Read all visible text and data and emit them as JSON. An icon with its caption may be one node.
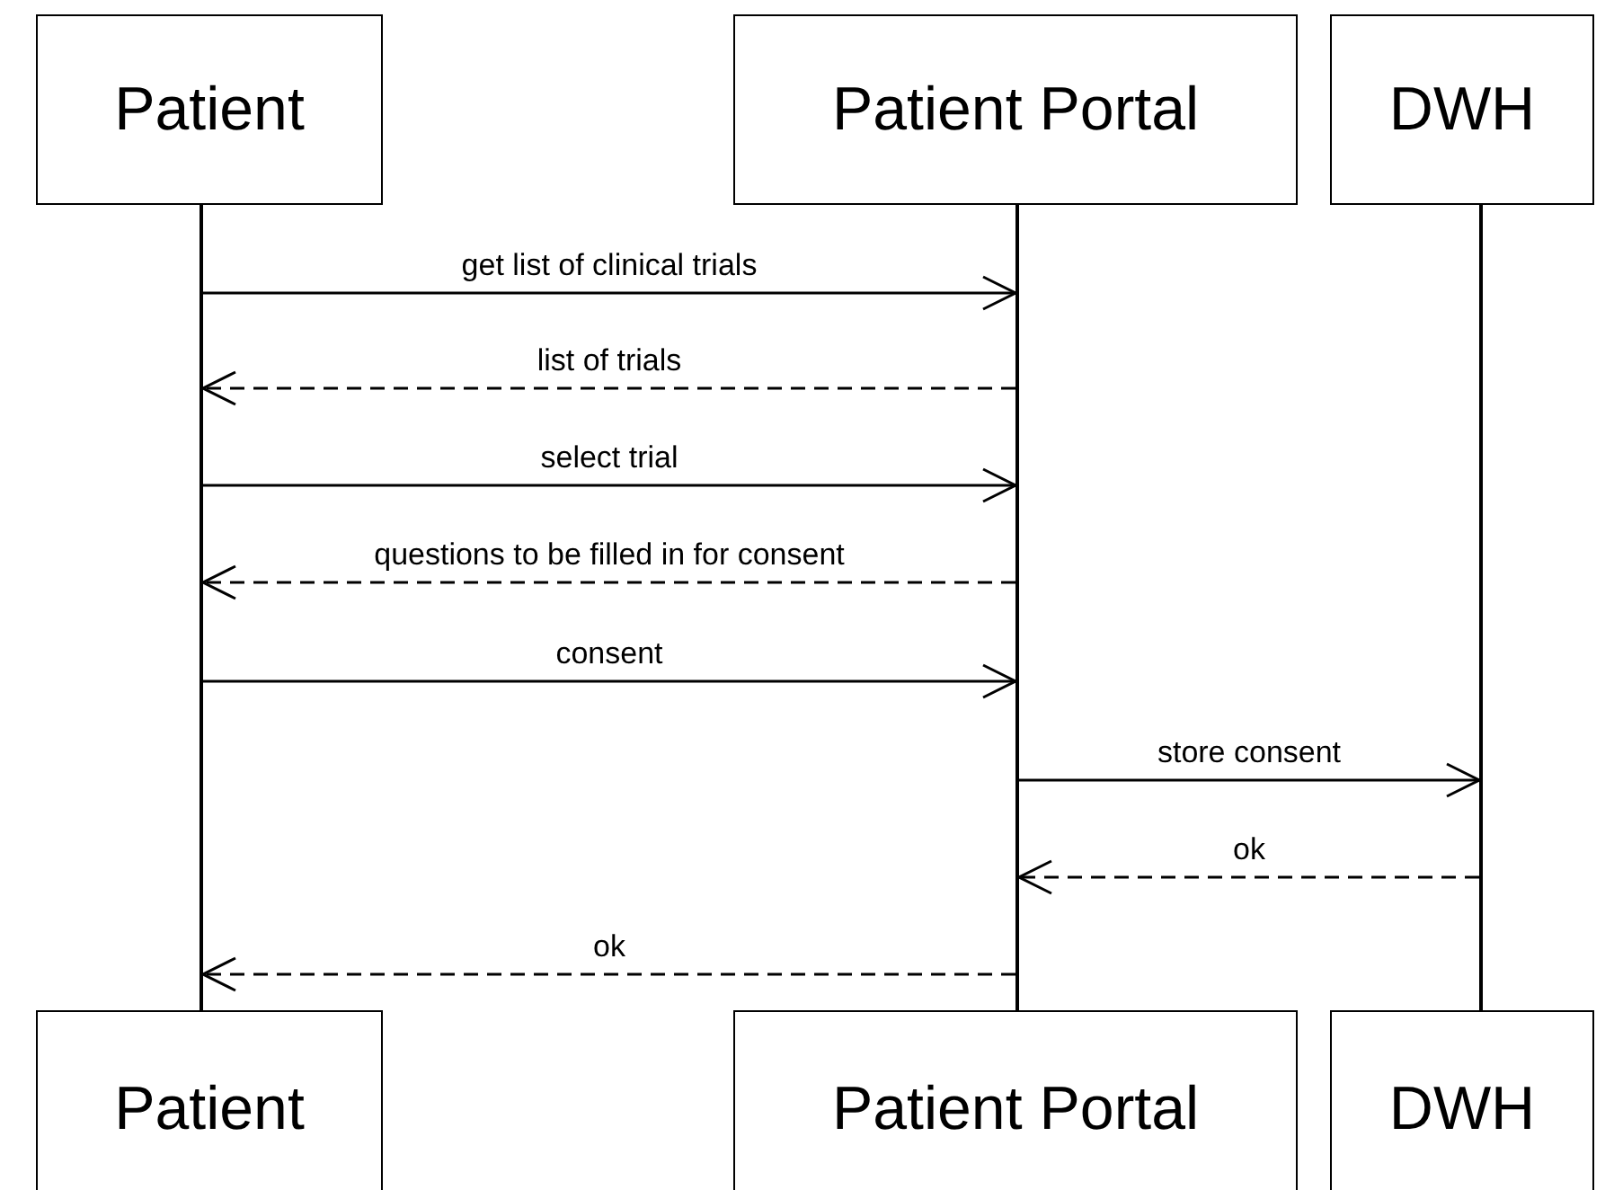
{
  "diagram": {
    "nodes": [
      {
        "text": [
          "Patient"
        ]
      },
      {
        "text": [
          "Patient Portal"
        ]
      },
      {
        "text": [
          "DWH"
        ]
      },
      {
        "text": [],
        "shape": "bar"
      },
      {
        "text": [],
        "shape": "bar"
      },
      {
        "text": [],
        "shape": "bar"
      },
      {
        "text": [
          "Patient"
        ]
      },
      {
        "text": [
          "Patient Portal"
        ]
      },
      {
        "text": [
          "DWH"
        ]
      }
    ],
    "edges": [
      {
        "from": 3,
        "to": 4,
        "arrow": "to",
        "label": "get list of clinical trials"
      },
      {
        "from": 4,
        "to": 3,
        "arrow": "to",
        "label": "list of trials",
        "style": "dashed"
      },
      {
        "from": 3,
        "to": 4,
        "arrow": "to",
        "label": "select trial"
      },
      {
        "from": 4,
        "to": 3,
        "arrow": "to",
        "label": "questions to be filled in for consent",
        "style": "dashed"
      },
      {
        "from": 3,
        "to": 4,
        "arrow": "to",
        "label": "consent"
      },
      {
        "from": 4,
        "to": 5,
        "arrow": "to",
        "label": "store consent"
      },
      {
        "from": 5,
        "to": 4,
        "arrow": "to",
        "label": "ok",
        "style": "dashed"
      },
      {
        "from": 4,
        "to": 3,
        "arrow": "to",
        "label": "ok",
        "style": "dashed"
      }
    ]
  }
}
